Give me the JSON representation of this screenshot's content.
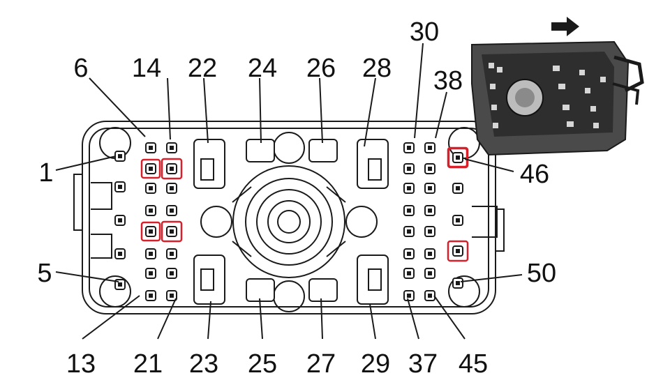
{
  "colors": {
    "line": "#1a1a1a",
    "highlight": "#d8202a",
    "housing_fill": "#ffffff",
    "inset_fill": "#3a3a3a"
  },
  "labels": {
    "top": [
      "6",
      "14",
      "22",
      "24",
      "26",
      "28",
      "30",
      "38"
    ],
    "left": [
      "1",
      "5"
    ],
    "right": [
      "46",
      "50"
    ],
    "bottom": [
      "13",
      "21",
      "23",
      "25",
      "27",
      "29",
      "37",
      "45"
    ]
  },
  "highlighted_pins": [
    "left-col2-row2",
    "left-col2-row5",
    "right-col3-row1",
    "right-col3-row6"
  ],
  "icons": {
    "direction": "arrow-right-icon",
    "inset": "connector-photo-icon"
  }
}
